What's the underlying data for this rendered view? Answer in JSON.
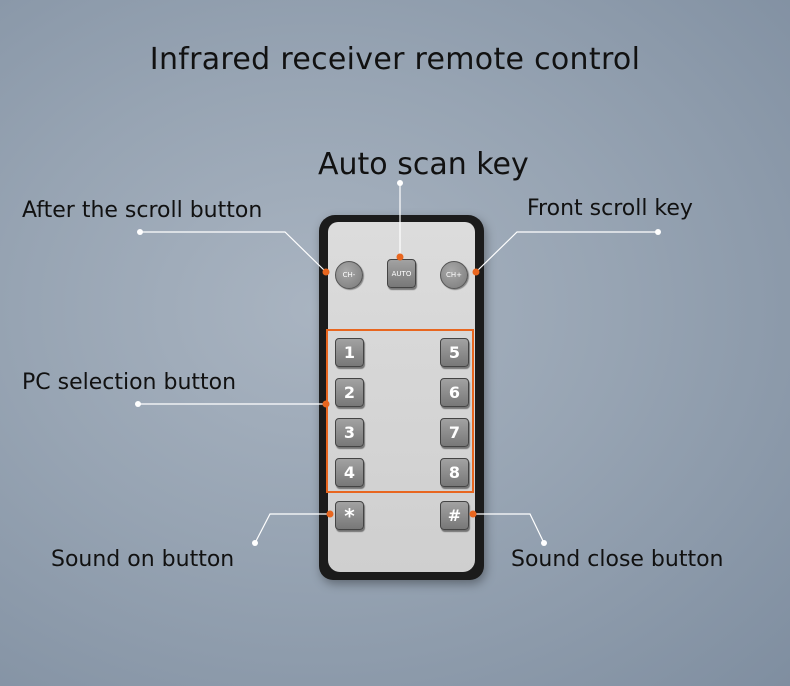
{
  "title": "Infrared receiver remote control",
  "labels": {
    "auto_scan": "Auto scan key",
    "after_scroll": "After the scroll button",
    "front_scroll": "Front scroll key",
    "pc_selection": "PC selection button",
    "sound_on": "Sound on button",
    "sound_close": "Sound close button"
  },
  "remote": {
    "ch_minus": "CH-",
    "auto": "AUTO",
    "ch_plus": "CH+",
    "left_keys": [
      "1",
      "2",
      "3",
      "4"
    ],
    "right_keys": [
      "5",
      "6",
      "7",
      "8"
    ],
    "star": "*",
    "hash": "#"
  },
  "colors": {
    "accent": "#e8661f",
    "leader_line": "#ffffff",
    "remote_body": "#1b1b1b",
    "remote_face": "#d6d6d6"
  }
}
